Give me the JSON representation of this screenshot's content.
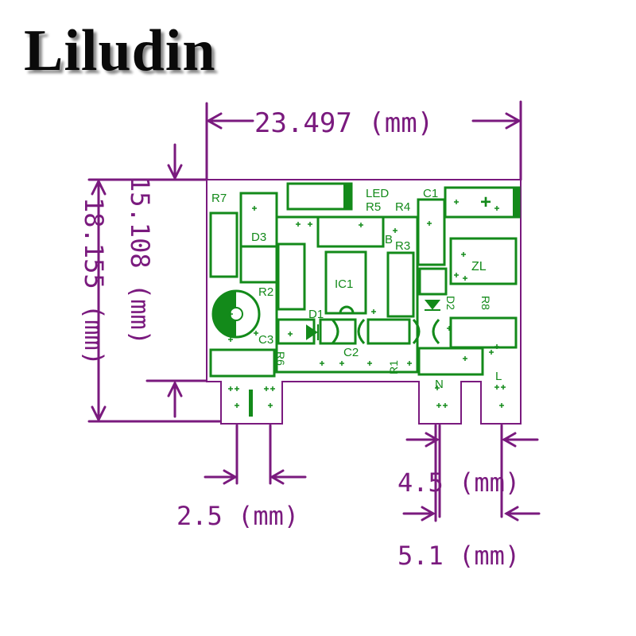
{
  "brand": "Liludin",
  "colors": {
    "dimension": "#7a1a7e",
    "silkscreen": "#138a1a",
    "board_outline": "#7a1a7e",
    "background": "#ffffff"
  },
  "dimensions": {
    "width": "23.497 (mm)",
    "height_inner": "15.108 (mm)",
    "height_outer": "18.155 (mm)",
    "pin_pitch_left": "2.5 (mm)",
    "pin_pitch_right_inner": "4.5 (mm)",
    "pin_pitch_right_outer": "5.1 (mm)"
  },
  "components": {
    "r7": "R7",
    "d3": "D3",
    "r2": "R2",
    "c3": "C3",
    "r6": "R6",
    "led": "LED",
    "r5": "R5",
    "r4": "R4",
    "c1": "C1",
    "b": "B",
    "r3": "R3",
    "zl": "ZL",
    "ic1": "IC1",
    "d1": "D1",
    "c2": "C2",
    "d2": "D2",
    "r8": "R8",
    "r1": "R1",
    "n": "N",
    "l": "L",
    "plus": "+"
  }
}
